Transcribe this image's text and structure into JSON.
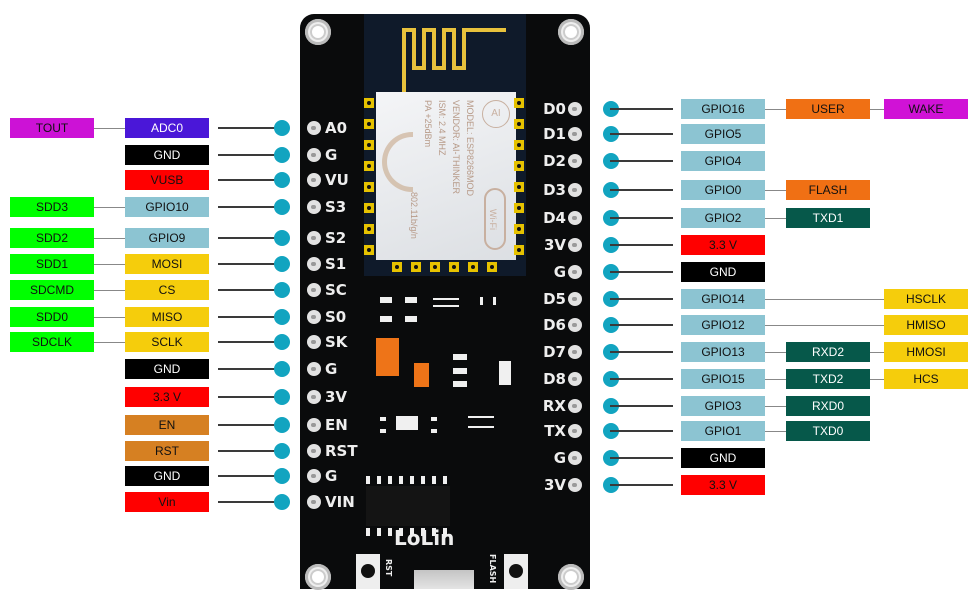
{
  "colors": {
    "gpio": "#8cc4d2",
    "power": "#ff0000",
    "ground": "#000000",
    "adc": "#4a17d8",
    "tout": "#cc12d6",
    "sd": "#00ff00",
    "spi": "#f5cd0c",
    "control": "#d68022",
    "uart": "#06584a",
    "special": "#f07014",
    "wake": "#d012d6",
    "pin_dot": "#12a4c0",
    "board": "#0a0b0c"
  },
  "board": {
    "brand": "LoLin",
    "rst_label": "RST",
    "flash_label": "FLASH",
    "module": {
      "model": "MODEL:  ESP8266MOD",
      "vendor": "VENDOR:  AI-THINKER",
      "ism": "ISM:  2.4 MHZ",
      "pa": "PA  +25dBm",
      "std": "802.11b/g/n",
      "logo": "AI",
      "wifi": "Wi-Fi"
    }
  },
  "left_pins": [
    {
      "pin": "A0",
      "func": "ADC0",
      "func_color": "adc",
      "alt": "TOUT",
      "alt_color": "tout"
    },
    {
      "pin": "G",
      "func": "GND",
      "func_color": "ground"
    },
    {
      "pin": "VU",
      "func": "VUSB",
      "func_color": "power"
    },
    {
      "pin": "S3",
      "func": "GPIO10",
      "func_color": "gpio",
      "alt": "SDD3",
      "alt_color": "sd"
    },
    {
      "pin": "S2",
      "func": "GPIO9",
      "func_color": "gpio",
      "alt": "SDD2",
      "alt_color": "sd"
    },
    {
      "pin": "S1",
      "func": "MOSI",
      "func_color": "spi",
      "alt": "SDD1",
      "alt_color": "sd"
    },
    {
      "pin": "SC",
      "func": "CS",
      "func_color": "spi",
      "alt": "SDCMD",
      "alt_color": "sd"
    },
    {
      "pin": "S0",
      "func": "MISO",
      "func_color": "spi",
      "alt": "SDD0",
      "alt_color": "sd"
    },
    {
      "pin": "SK",
      "func": "SCLK",
      "func_color": "spi",
      "alt": "SDCLK",
      "alt_color": "sd"
    },
    {
      "pin": "G",
      "func": "GND",
      "func_color": "ground"
    },
    {
      "pin": "3V",
      "func": "3.3 V",
      "func_color": "power"
    },
    {
      "pin": "EN",
      "func": "EN",
      "func_color": "control"
    },
    {
      "pin": "RST",
      "func": "RST",
      "func_color": "control"
    },
    {
      "pin": "G",
      "func": "GND",
      "func_color": "ground"
    },
    {
      "pin": "VIN",
      "func": "Vin",
      "func_color": "power"
    }
  ],
  "right_pins": [
    {
      "pin": "D0",
      "func": "GPIO16",
      "func_color": "gpio",
      "alt1": "USER",
      "alt1_color": "special",
      "alt2": "WAKE",
      "alt2_color": "wake"
    },
    {
      "pin": "D1",
      "func": "GPIO5",
      "func_color": "gpio"
    },
    {
      "pin": "D2",
      "func": "GPIO4",
      "func_color": "gpio"
    },
    {
      "pin": "D3",
      "func": "GPIO0",
      "func_color": "gpio",
      "alt1": "FLASH",
      "alt1_color": "special"
    },
    {
      "pin": "D4",
      "func": "GPIO2",
      "func_color": "gpio",
      "alt1": "TXD1",
      "alt1_color": "uart"
    },
    {
      "pin": "3V",
      "func": "3.3 V",
      "func_color": "power"
    },
    {
      "pin": "G",
      "func": "GND",
      "func_color": "ground"
    },
    {
      "pin": "D5",
      "func": "GPIO14",
      "func_color": "gpio",
      "alt2": "HSCLK",
      "alt2_color": "spi"
    },
    {
      "pin": "D6",
      "func": "GPIO12",
      "func_color": "gpio",
      "alt2": "HMISO",
      "alt2_color": "spi"
    },
    {
      "pin": "D7",
      "func": "GPIO13",
      "func_color": "gpio",
      "alt1": "RXD2",
      "alt1_color": "uart",
      "alt2": "HMOSI",
      "alt2_color": "spi"
    },
    {
      "pin": "D8",
      "func": "GPIO15",
      "func_color": "gpio",
      "alt1": "TXD2",
      "alt1_color": "uart",
      "alt2": "HCS",
      "alt2_color": "spi"
    },
    {
      "pin": "RX",
      "func": "GPIO3",
      "func_color": "gpio",
      "alt1": "RXD0",
      "alt1_color": "uart"
    },
    {
      "pin": "TX",
      "func": "GPIO1",
      "func_color": "gpio",
      "alt1": "TXD0",
      "alt1_color": "uart"
    },
    {
      "pin": "G",
      "func": "GND",
      "func_color": "ground"
    },
    {
      "pin": "3V",
      "func": "3.3 V",
      "func_color": "power"
    }
  ]
}
